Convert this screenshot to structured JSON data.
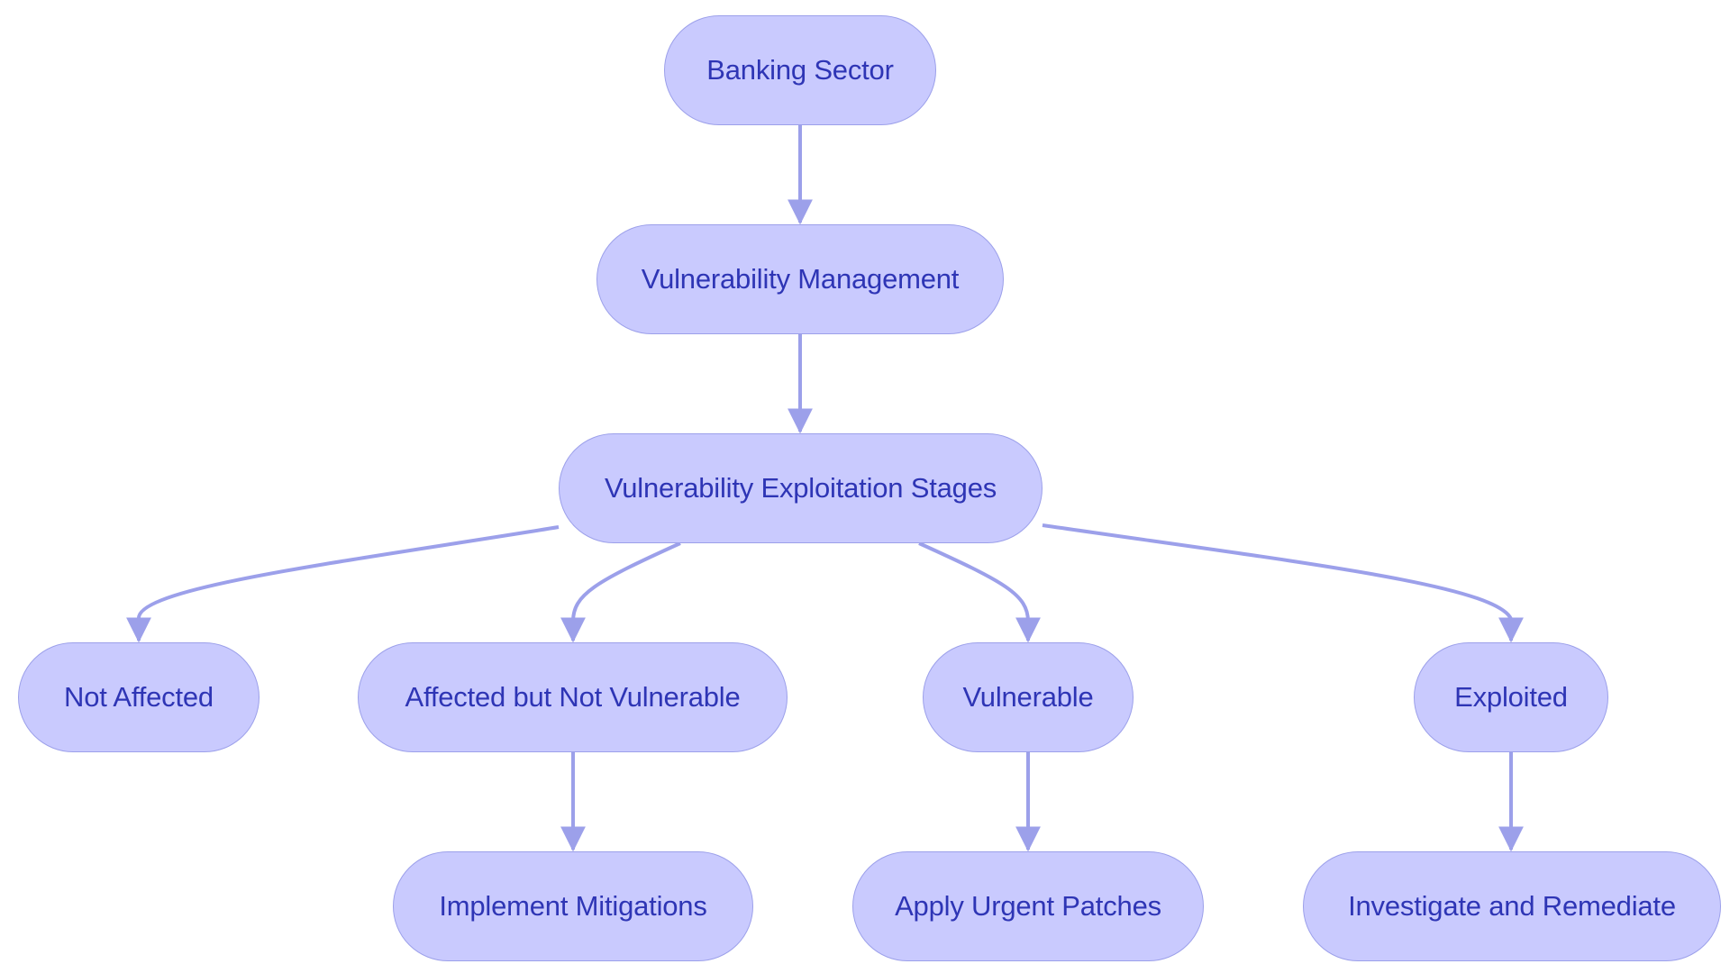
{
  "colors": {
    "node_fill": "#c9cafe",
    "node_border": "#9ca0ea",
    "node_text": "#2e35b5",
    "edge": "#9ca0ea",
    "background": "#ffffff"
  },
  "nodes": {
    "banking_sector": "Banking Sector",
    "vulnerability_management": "Vulnerability Management",
    "exploitation_stages": "Vulnerability Exploitation Stages",
    "not_affected": "Not Affected",
    "affected_not_vulnerable": "Affected but Not Vulnerable",
    "vulnerable": "Vulnerable",
    "exploited": "Exploited",
    "implement_mitigations": "Implement Mitigations",
    "apply_urgent_patches": "Apply Urgent Patches",
    "investigate_remediate": "Investigate and Remediate"
  },
  "edges": [
    {
      "from": "banking_sector",
      "to": "vulnerability_management"
    },
    {
      "from": "vulnerability_management",
      "to": "exploitation_stages"
    },
    {
      "from": "exploitation_stages",
      "to": "not_affected"
    },
    {
      "from": "exploitation_stages",
      "to": "affected_not_vulnerable"
    },
    {
      "from": "exploitation_stages",
      "to": "vulnerable"
    },
    {
      "from": "exploitation_stages",
      "to": "exploited"
    },
    {
      "from": "affected_not_vulnerable",
      "to": "implement_mitigations"
    },
    {
      "from": "vulnerable",
      "to": "apply_urgent_patches"
    },
    {
      "from": "exploited",
      "to": "investigate_remediate"
    }
  ]
}
